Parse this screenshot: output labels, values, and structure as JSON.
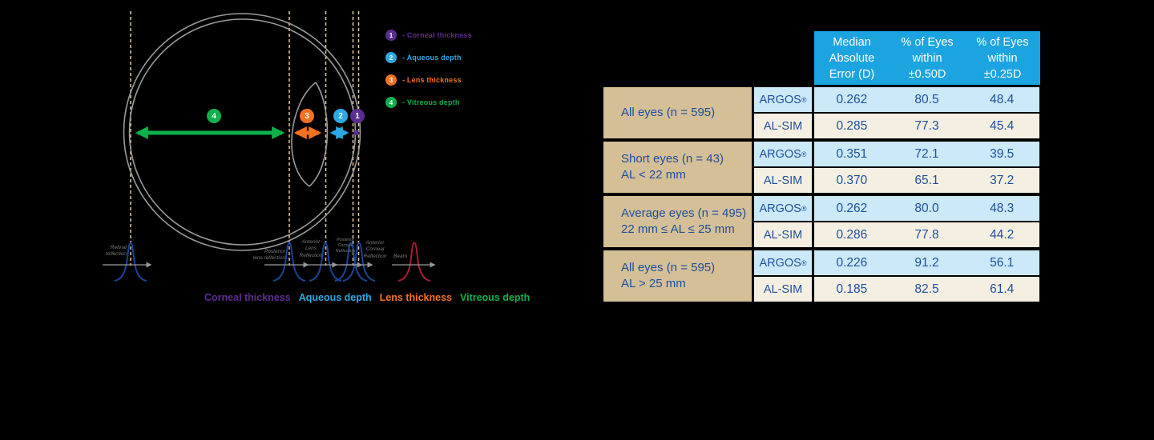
{
  "diagram": {
    "legend": [
      {
        "num": "1",
        "label": "- Corneal thickness"
      },
      {
        "num": "2",
        "label": "- Aqueous depth"
      },
      {
        "num": "3",
        "label": "- Lens thickness"
      },
      {
        "num": "4",
        "label": "- Vitreous depth"
      }
    ],
    "markers": [
      {
        "num": "4",
        "meaning": "vitreous-depth"
      },
      {
        "num": "3",
        "meaning": "lens-thickness"
      },
      {
        "num": "2",
        "meaning": "aqueous-depth"
      },
      {
        "num": "1",
        "meaning": "corneal-thickness"
      }
    ],
    "peak_labels": {
      "retinal": "Retinal\nreflection",
      "posterior_lens": "Posterior\nlens reflection",
      "anterior_lens": "Anterior\nLens\nReflection",
      "posterior_corneal": "Posterior\nCorneal\nReflection",
      "anterior_corneal": "Anterior\nCorneal\nReflection",
      "beam": "Beam"
    },
    "caption": {
      "corneal": "Corneal thickness",
      "aqueous": "Aqueous depth",
      "lens": "Lens thickness",
      "vitreous": "Vitreous depth"
    },
    "colors": {
      "corneal_purple": "#5b2d90",
      "aqueous_blue": "#29abe2",
      "lens_orange": "#f4711f",
      "vitreous_green": "#0db14b",
      "signal_navy": "#1c4495",
      "beam_red": "#a81d35",
      "eye_outline_gray": "#9b9b9b",
      "dashed_line_tan": "#e6cba0"
    }
  },
  "table": {
    "headers": [
      "Median\nAbsolute\nError (D)",
      "% of Eyes\nwithin\n±0.50D",
      "% of Eyes\nwithin\n±0.25D"
    ],
    "colors": {
      "header_blue": "#1ca4e0",
      "argos_row_blue": "#cbe9f8",
      "alsim_row_cream": "#f5efe2",
      "label_tan": "#d5bf97",
      "text_blue": "#1d4f9e"
    },
    "groups": [
      {
        "label": "All eyes (n = 595)",
        "rows": [
          {
            "device": "ARGOS",
            "sup": "®",
            "values": [
              "0.262",
              "80.5",
              "48.4"
            ]
          },
          {
            "device": "AL-SIM",
            "sup": "",
            "values": [
              "0.285",
              "77.3",
              "45.4"
            ]
          }
        ]
      },
      {
        "label": "Short eyes (n = 43)\nAL < 22 mm",
        "rows": [
          {
            "device": "ARGOS",
            "sup": "®",
            "values": [
              "0.351",
              "72.1",
              "39.5"
            ]
          },
          {
            "device": "AL-SIM",
            "sup": "",
            "values": [
              "0.370",
              "65.1",
              "37.2"
            ]
          }
        ]
      },
      {
        "label": "Average eyes (n = 495)\n22 mm ≤ AL ≤ 25 mm",
        "rows": [
          {
            "device": "ARGOS",
            "sup": "®",
            "values": [
              "0.262",
              "80.0",
              "48.3"
            ]
          },
          {
            "device": "AL-SIM",
            "sup": "",
            "values": [
              "0.286",
              "77.8",
              "44.2"
            ]
          }
        ]
      },
      {
        "label": "All eyes (n = 595)\nAL > 25 mm",
        "rows": [
          {
            "device": "ARGOS",
            "sup": "®",
            "values": [
              "0.226",
              "91.2",
              "56.1"
            ]
          },
          {
            "device": "AL-SIM",
            "sup": "",
            "values": [
              "0.185",
              "82.5",
              "61.4"
            ]
          }
        ]
      }
    ]
  }
}
